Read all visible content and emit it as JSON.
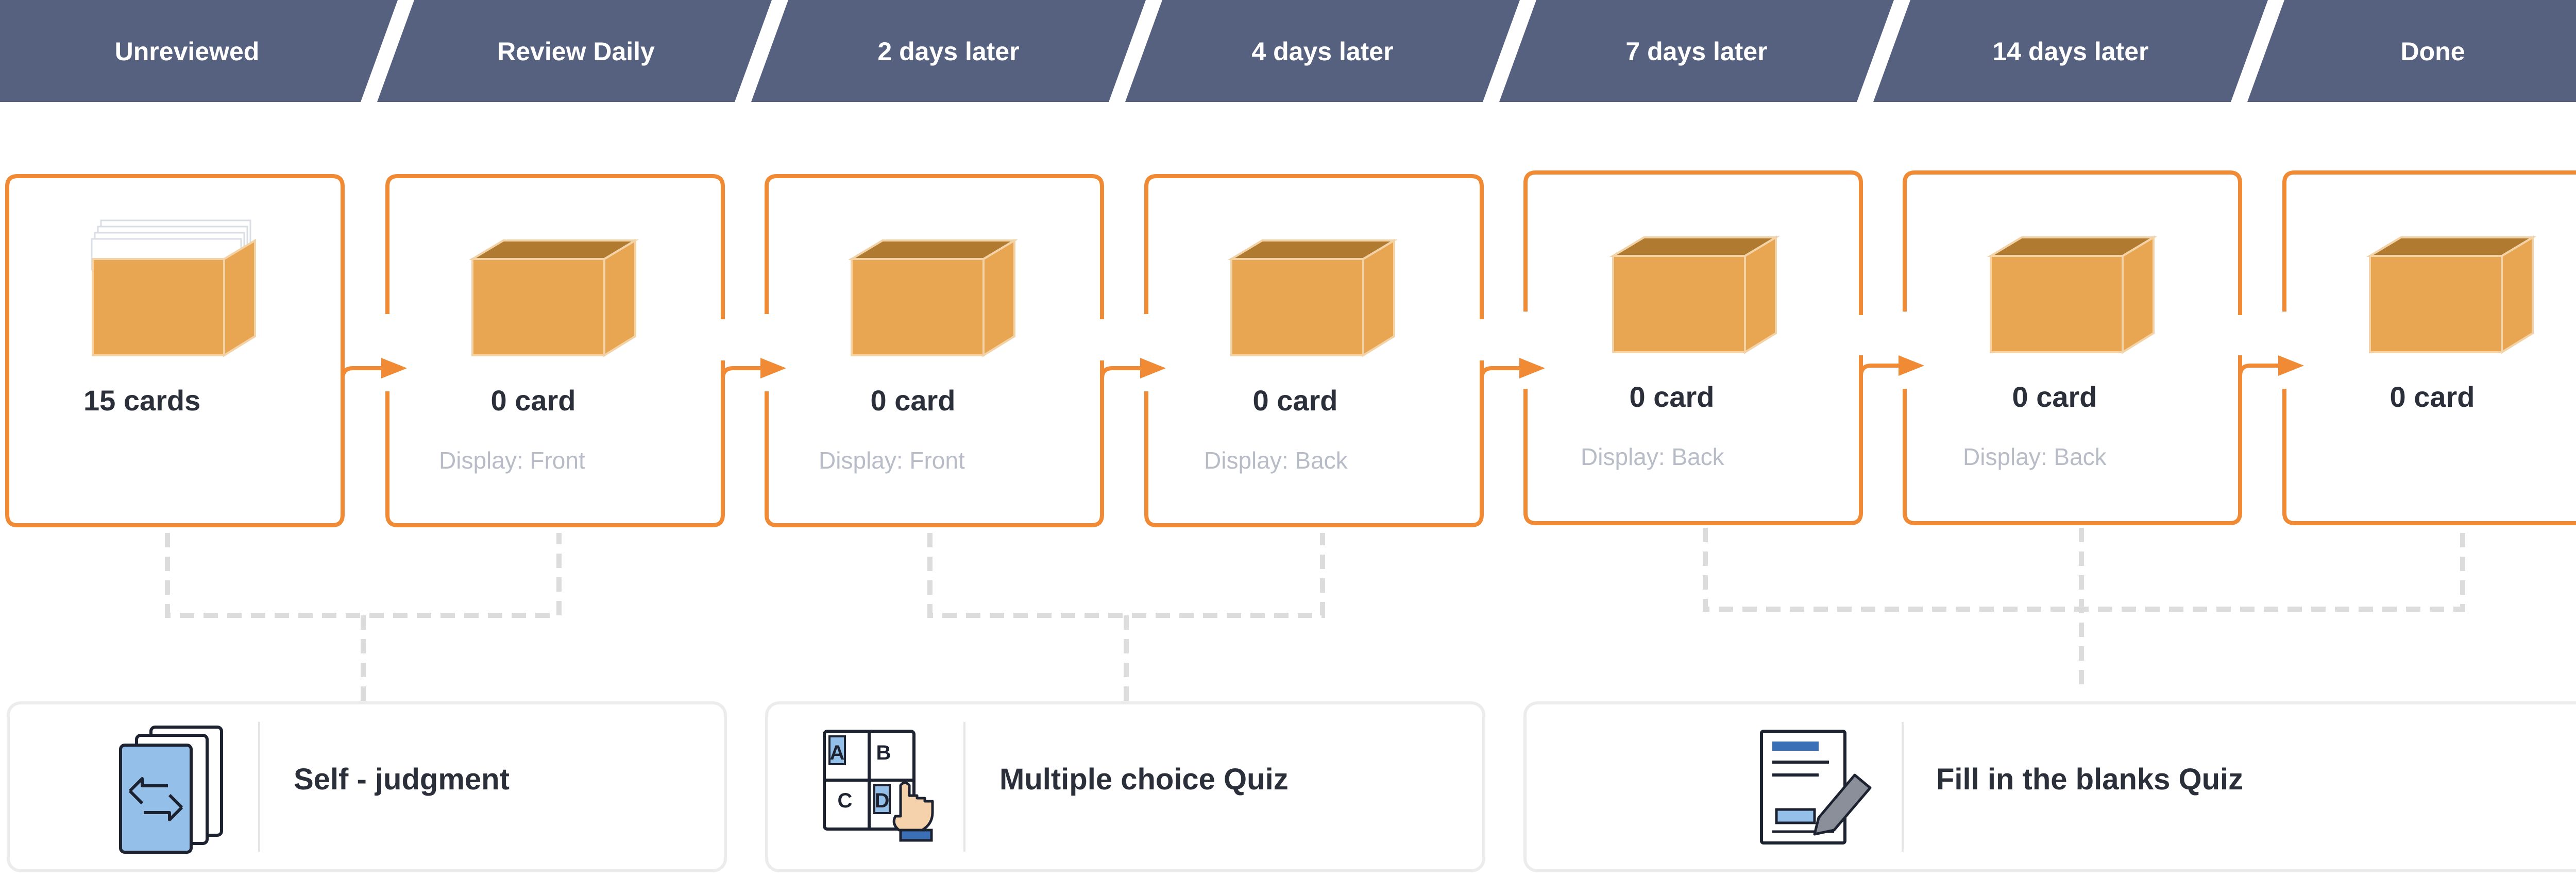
{
  "stages": [
    {
      "title": "Unreviewed",
      "count": "15 cards",
      "display": ""
    },
    {
      "title": "Review Daily",
      "count": "0 card",
      "display": "Display: Front"
    },
    {
      "title": "2 days later",
      "count": "0 card",
      "display": "Display: Front"
    },
    {
      "title": "4 days later",
      "count": "0 card",
      "display": "Display: Back"
    },
    {
      "title": "7 days later",
      "count": "0 card",
      "display": "Display: Back"
    },
    {
      "title": "14 days later",
      "count": "0 card",
      "display": "Display: Back"
    },
    {
      "title": "Done",
      "count": "0 card",
      "display": ""
    }
  ],
  "methods": [
    {
      "label": "Self - judgment",
      "icon": "flip-cards-icon"
    },
    {
      "label": "Multiple choice Quiz",
      "icon": "multiple-choice-icon"
    },
    {
      "label": "Fill in the blanks Quiz",
      "icon": "fill-blanks-icon"
    }
  ],
  "colors": {
    "header": "#566180",
    "accent": "#f08a34",
    "box": "#e8a552",
    "connector": "#dcdcdc",
    "text": "#2b2f3a",
    "muted": "#b7bcc6"
  }
}
